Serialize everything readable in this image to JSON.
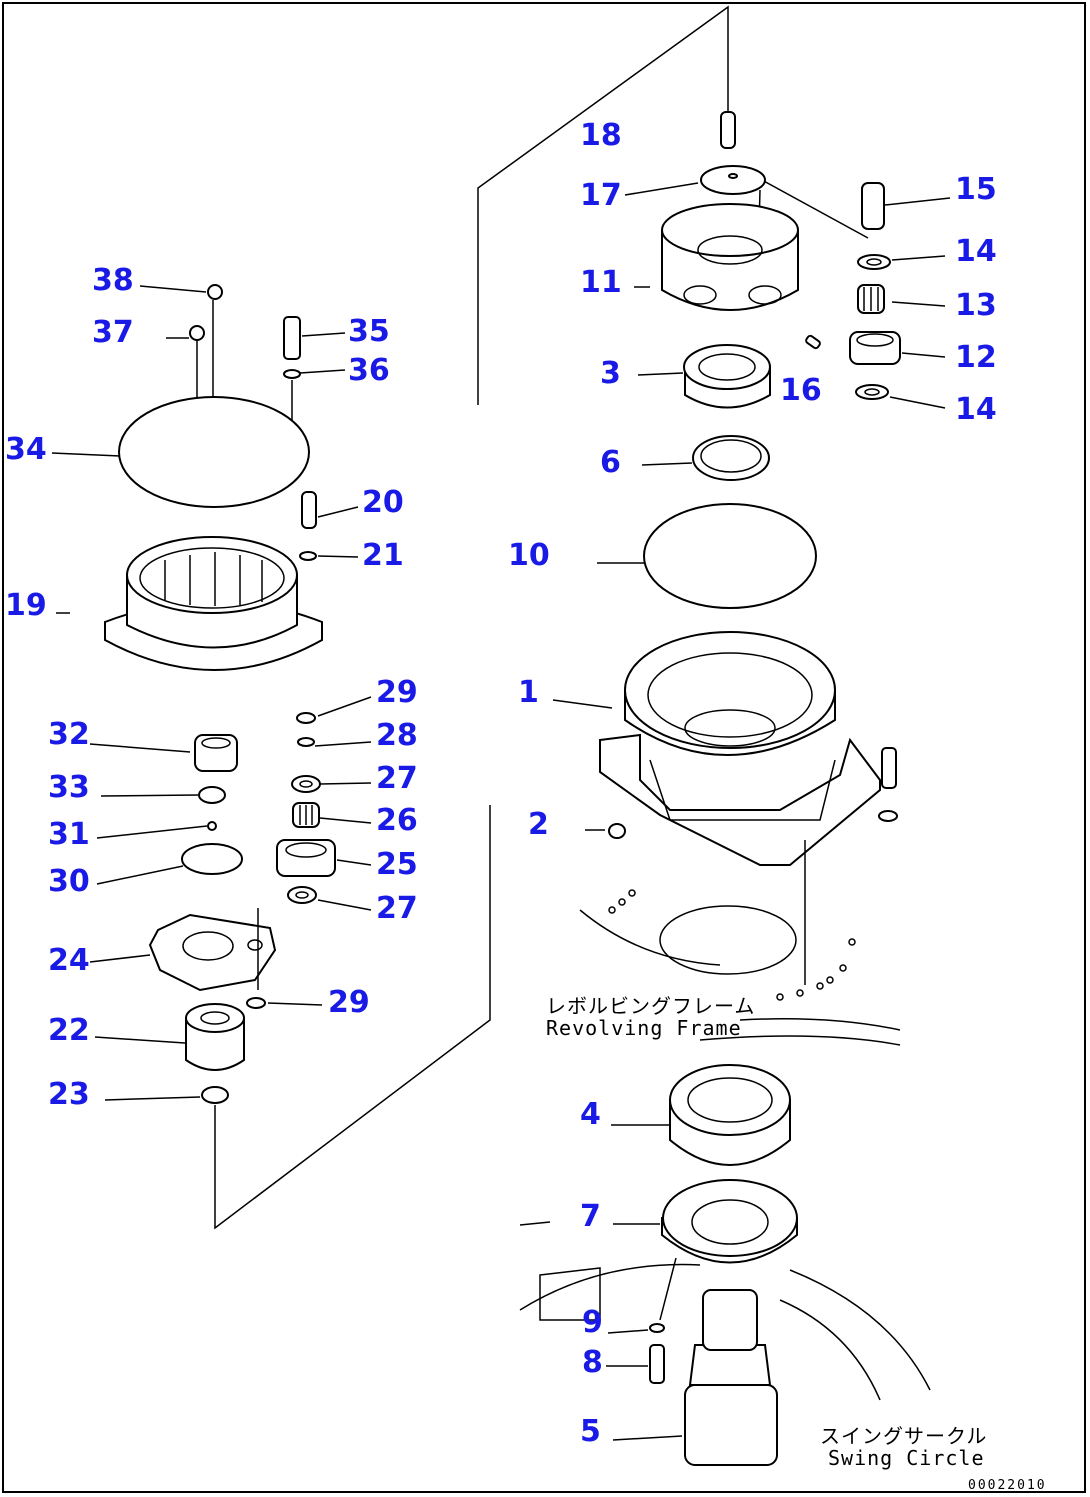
{
  "callouts": [
    {
      "id": "18",
      "text": "18"
    },
    {
      "id": "17",
      "text": "17"
    },
    {
      "id": "11",
      "text": "11"
    },
    {
      "id": "15",
      "text": "15"
    },
    {
      "id": "14a",
      "text": "14"
    },
    {
      "id": "13",
      "text": "13"
    },
    {
      "id": "12",
      "text": "12"
    },
    {
      "id": "14b",
      "text": "14"
    },
    {
      "id": "16",
      "text": "16"
    },
    {
      "id": "3",
      "text": "3"
    },
    {
      "id": "6",
      "text": "6"
    },
    {
      "id": "10",
      "text": "10"
    },
    {
      "id": "1",
      "text": "1"
    },
    {
      "id": "2",
      "text": "2"
    },
    {
      "id": "4",
      "text": "4"
    },
    {
      "id": "7",
      "text": "7"
    },
    {
      "id": "9",
      "text": "9"
    },
    {
      "id": "8",
      "text": "8"
    },
    {
      "id": "5",
      "text": "5"
    },
    {
      "id": "38",
      "text": "38"
    },
    {
      "id": "37",
      "text": "37"
    },
    {
      "id": "35",
      "text": "35"
    },
    {
      "id": "36",
      "text": "36"
    },
    {
      "id": "34",
      "text": "34"
    },
    {
      "id": "20",
      "text": "20"
    },
    {
      "id": "21",
      "text": "21"
    },
    {
      "id": "19",
      "text": "19"
    },
    {
      "id": "29a",
      "text": "29"
    },
    {
      "id": "32",
      "text": "32"
    },
    {
      "id": "28",
      "text": "28"
    },
    {
      "id": "27a",
      "text": "27"
    },
    {
      "id": "33",
      "text": "33"
    },
    {
      "id": "26",
      "text": "26"
    },
    {
      "id": "31",
      "text": "31"
    },
    {
      "id": "25",
      "text": "25"
    },
    {
      "id": "30",
      "text": "30"
    },
    {
      "id": "27b",
      "text": "27"
    },
    {
      "id": "24",
      "text": "24"
    },
    {
      "id": "29b",
      "text": "29"
    },
    {
      "id": "22",
      "text": "22"
    },
    {
      "id": "23",
      "text": "23"
    }
  ],
  "labels": {
    "revolving_frame_jp": "レボルビングフレーム",
    "revolving_frame_en": "Revolving Frame",
    "swing_circle_jp": "スイングサークル",
    "swing_circle_en": "Swing Circle",
    "drawing_code": "00022010"
  },
  "colors": {
    "callout": "#1a1ae6",
    "line": "#000000"
  }
}
